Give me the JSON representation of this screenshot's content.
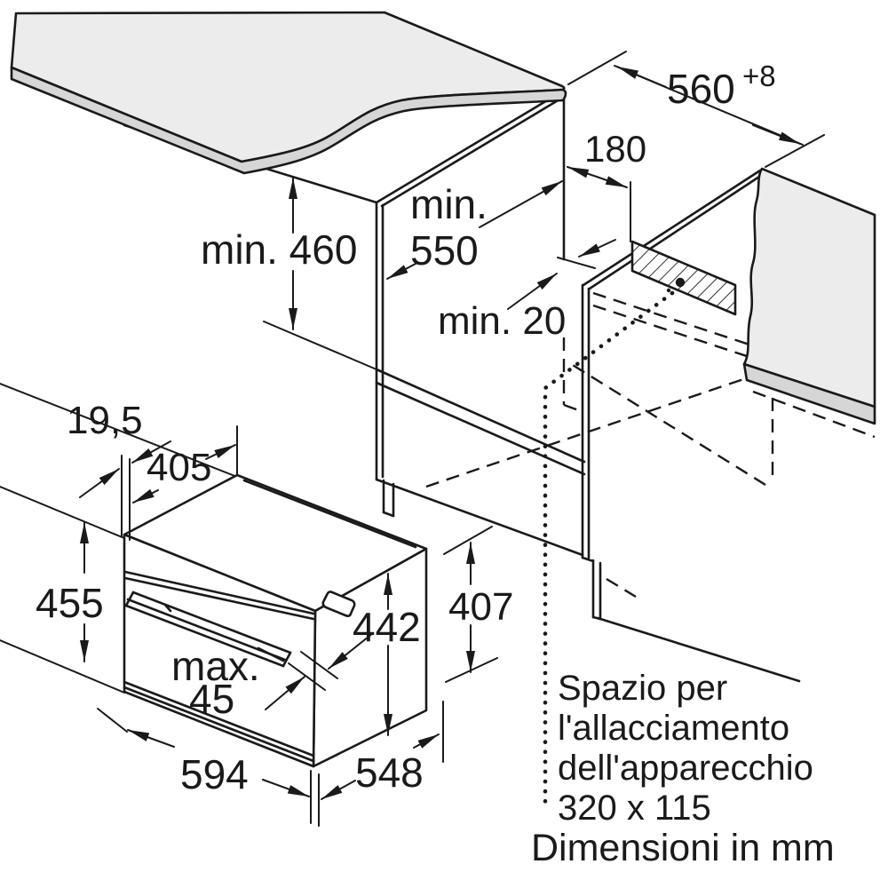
{
  "diagram": {
    "unit_note": "Dimensioni in mm",
    "annotation": {
      "line1": "Spazio per",
      "line2": "l'allacciamento",
      "line3": "dell'apparecchio",
      "line4": "320 x 115"
    },
    "dimensions": {
      "niche_height": "min. 460",
      "niche_depth_word": "min.",
      "niche_depth_value": "550",
      "side_offset": "180",
      "niche_width": "560",
      "niche_width_tolerance": "+8",
      "rear_clearance": "min. 20",
      "door_proud": "19,5",
      "top_depth": "405",
      "appliance_height": "455",
      "handle_word": "max.",
      "handle_value": "45",
      "body_height": "442",
      "rear_height": "407",
      "appliance_width": "594",
      "body_depth": "548"
    },
    "colors": {
      "surface": "#ececec",
      "edge_band": "#d6d6d6",
      "line": "#1a1a1a",
      "background": "#ffffff"
    }
  }
}
